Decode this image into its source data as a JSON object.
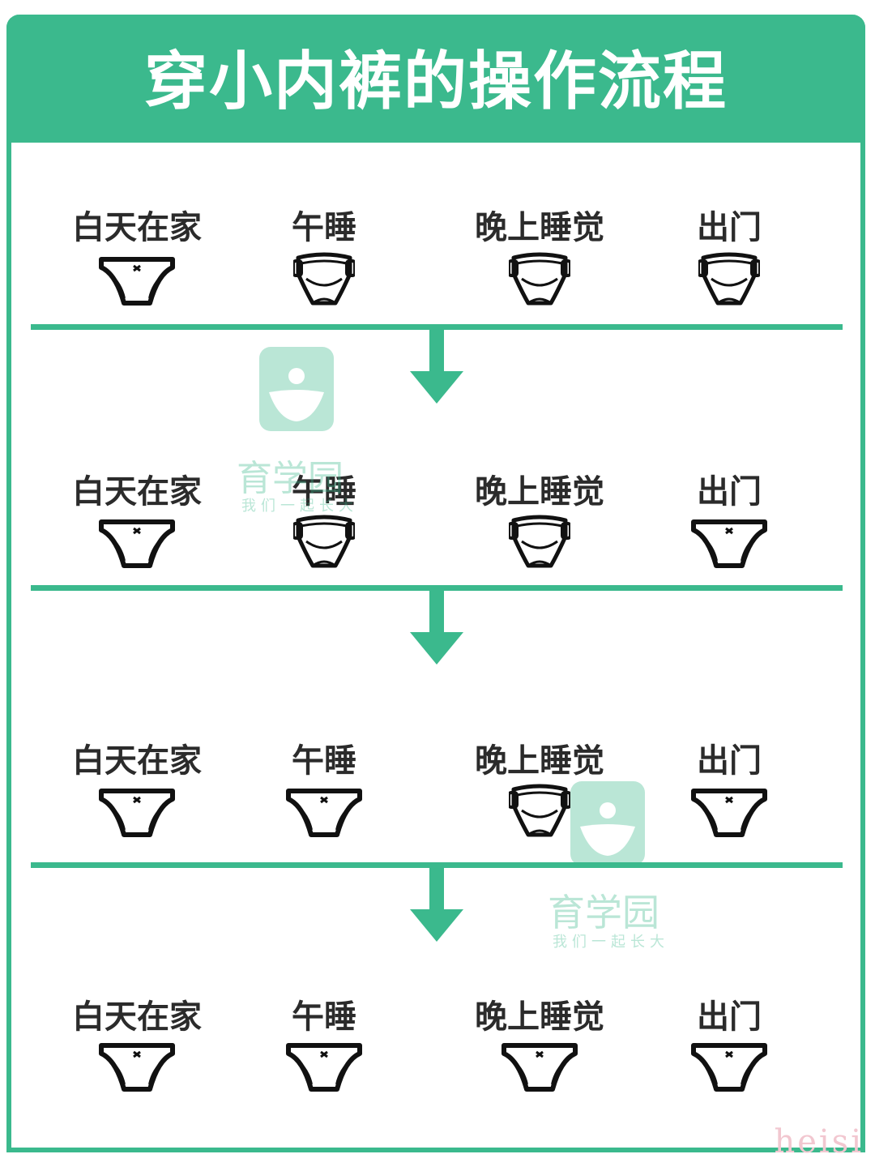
{
  "title": "穿小内裤的操作流程",
  "columns": [
    "白天在家",
    "午睡",
    "晚上睡觉",
    "出门"
  ],
  "stages": [
    {
      "items": [
        "underwear-icon",
        "diaper-icon",
        "diaper-icon",
        "diaper-icon"
      ]
    },
    {
      "items": [
        "underwear-icon",
        "diaper-icon",
        "diaper-icon",
        "underwear-icon"
      ]
    },
    {
      "items": [
        "underwear-icon",
        "underwear-icon",
        "diaper-icon",
        "underwear-icon"
      ]
    },
    {
      "items": [
        "underwear-icon",
        "underwear-icon",
        "underwear-icon",
        "underwear-icon"
      ]
    }
  ],
  "watermark": {
    "name": "育学园",
    "slogan": "我们一起长大"
  },
  "corner_mark": "heisi",
  "colors": {
    "accent": "#3bb98d",
    "text": "#2b2b2b",
    "icon": "#111111"
  }
}
